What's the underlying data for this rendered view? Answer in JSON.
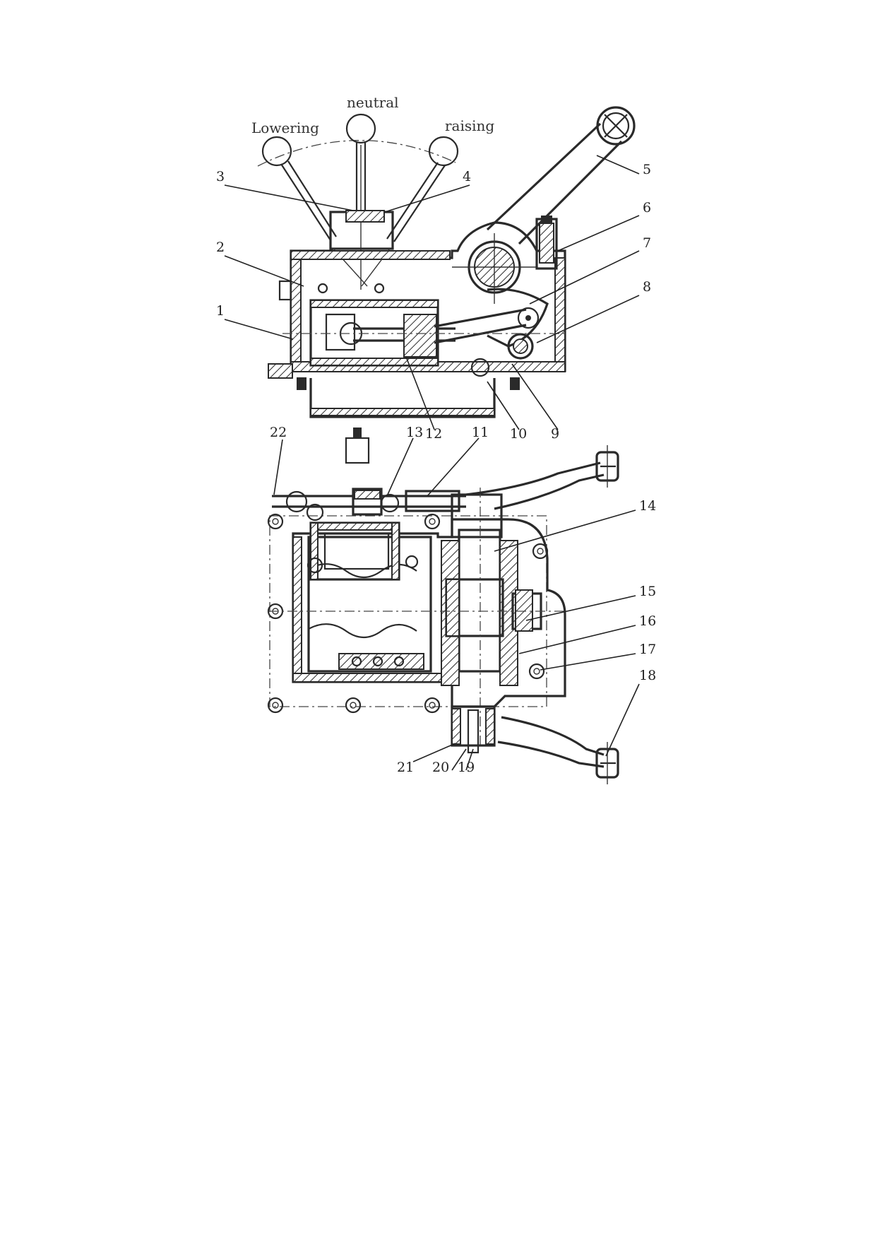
{
  "positions": {
    "lowering": "Lowering",
    "neutral": "neutral",
    "raising": "raising"
  },
  "part_numbers": [
    "1",
    "2",
    "3",
    "4",
    "5",
    "6",
    "7",
    "8",
    "9",
    "10",
    "11",
    "12",
    "13",
    "14",
    "15",
    "16",
    "17",
    "18",
    "19",
    "20",
    "21",
    "22"
  ]
}
